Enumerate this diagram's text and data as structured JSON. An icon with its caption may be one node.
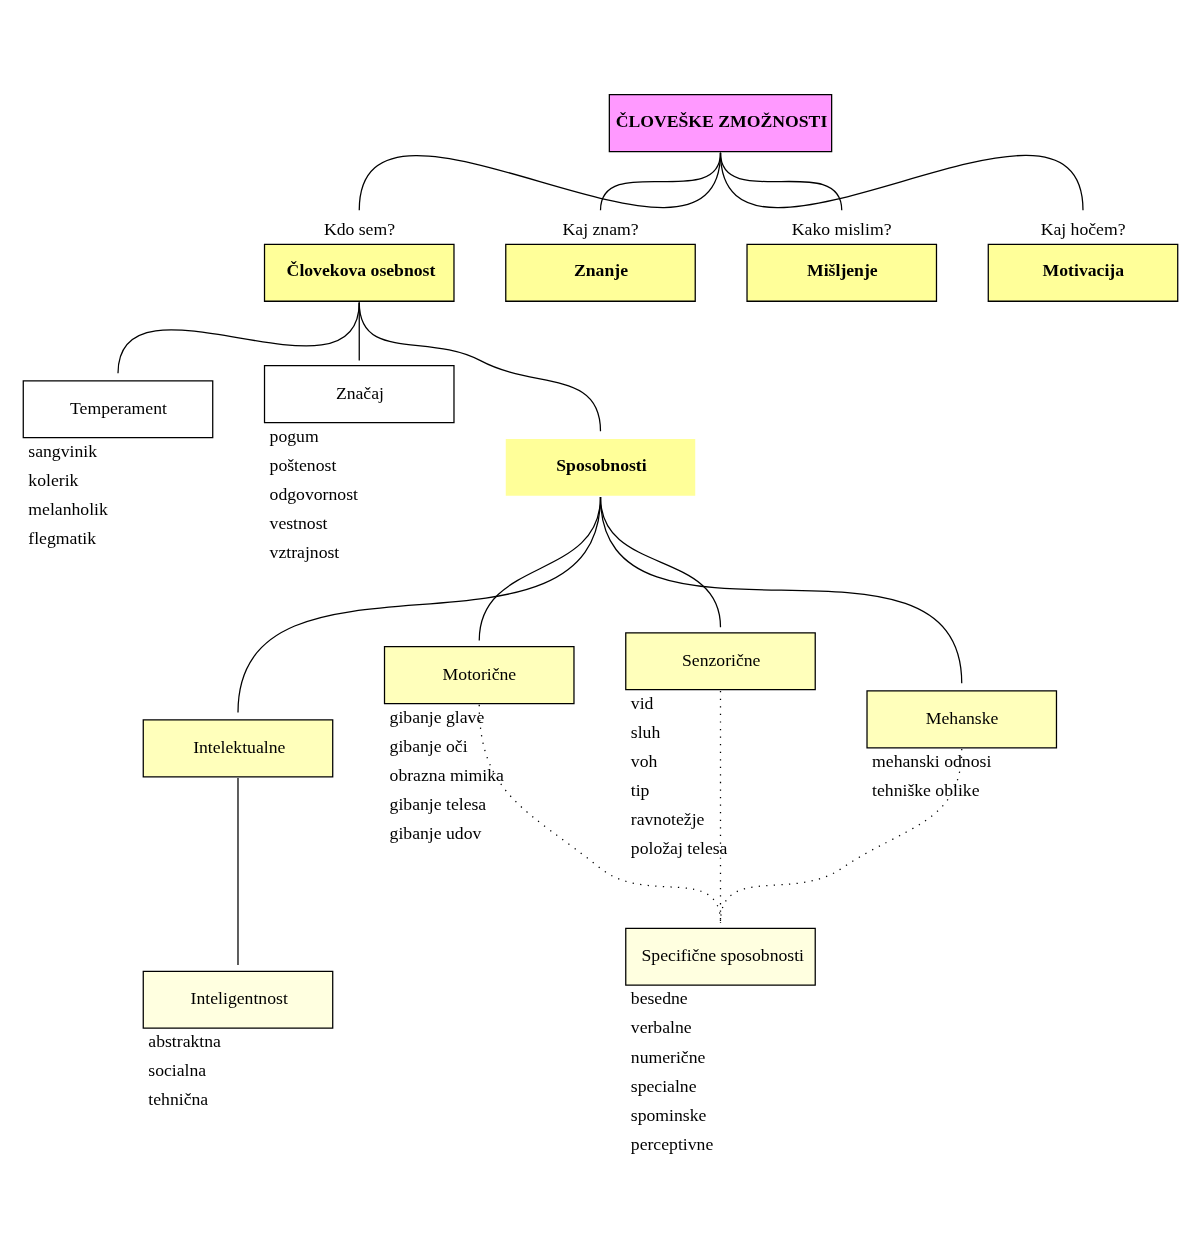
{
  "diagram": {
    "nodes": [
      {
        "text": [
          "ČLOVEŠKE ZMOŽNOSTI"
        ]
      },
      {
        "text": [
          "Kdo sem?",
          "Človekova osebnost"
        ]
      },
      {
        "text": [
          "Kaj znam?",
          "Znanje"
        ]
      },
      {
        "text": [
          "Kako mislim?",
          "Mišljenje"
        ]
      },
      {
        "text": [
          "Kaj hočem?",
          "Motivacija"
        ]
      },
      {
        "text": [
          "Temperament"
        ],
        "beside": [
          "sangvinik",
          "kolerik",
          "melanholik",
          "flegmatik"
        ]
      },
      {
        "text": [
          "Značaj"
        ],
        "beside": [
          "pogum",
          "poštenost",
          "odgovornost",
          "vestnost",
          "vztrajnost"
        ]
      },
      {
        "text": [
          "Sposobnosti"
        ]
      },
      {
        "text": [
          "Intelektualne"
        ]
      },
      {
        "text": [
          "Motorične"
        ],
        "beside": [
          "gibanje glave",
          "gibanje oči",
          "obrazna mimika",
          "gibanje telesa",
          "gibanje udov"
        ]
      },
      {
        "text": [
          "Senzorične"
        ],
        "beside": [
          "vid",
          "sluh",
          "voh",
          "tip",
          "ravnotežje",
          "položaj telesa"
        ]
      },
      {
        "text": [
          "Mehanske"
        ],
        "beside": [
          "mehanski odnosi",
          "tehniške oblike"
        ]
      },
      {
        "text": [
          "Inteligentnost"
        ],
        "beside": [
          "abstraktna",
          "socialna",
          "tehnična"
        ]
      },
      {
        "text": [
          "Specifične sposobnosti"
        ],
        "beside": [
          "besedne",
          "verbalne",
          "numerične",
          "specialne",
          "spominske",
          "perceptivne"
        ]
      }
    ],
    "edges": [
      {
        "from": 0,
        "to": 1,
        "arrow": "none"
      },
      {
        "from": 0,
        "to": 2,
        "arrow": "none"
      },
      {
        "from": 0,
        "to": 3,
        "arrow": "none"
      },
      {
        "from": 0,
        "to": 4,
        "arrow": "none"
      },
      {
        "from": 1,
        "to": 5,
        "arrow": "none"
      },
      {
        "from": 1,
        "to": 6,
        "arrow": "none"
      },
      {
        "from": 1,
        "to": 7,
        "arrow": "none"
      },
      {
        "from": 7,
        "to": 8,
        "arrow": "none"
      },
      {
        "from": 7,
        "to": 9,
        "arrow": "none"
      },
      {
        "from": 7,
        "to": 10,
        "arrow": "none"
      },
      {
        "from": 7,
        "to": 11,
        "arrow": "none"
      },
      {
        "from": 8,
        "to": 12,
        "arrow": "none"
      },
      {
        "from": 9,
        "to": 13,
        "arrow": "none",
        "style": "dashed"
      },
      {
        "from": 10,
        "to": 13,
        "arrow": "none",
        "style": "dashed"
      },
      {
        "from": 11,
        "to": 13,
        "arrow": "none",
        "style": "dashed"
      }
    ]
  }
}
